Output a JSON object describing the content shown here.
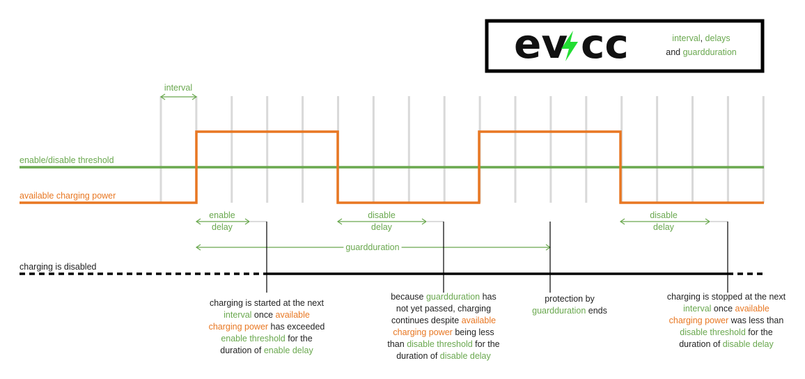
{
  "colors": {
    "green": "#6aa84f",
    "orange": "#e87722",
    "grid": "#d9d9d9",
    "black": "#000000",
    "bolt": "#22dd33",
    "text": "#222222"
  },
  "logo": {
    "text_left": "ev",
    "text_right": "cc",
    "bolt_icon": "lightning-bolt-icon",
    "subtitle_line1": [
      {
        "t": "interval",
        "c": "green"
      },
      {
        "t": ", ",
        "c": "text"
      },
      {
        "t": "delays",
        "c": "green"
      }
    ],
    "subtitle_line2": [
      {
        "t": "and ",
        "c": "text"
      },
      {
        "t": "guardduration",
        "c": "green"
      }
    ]
  },
  "labels": {
    "interval": "interval",
    "threshold": "enable/disable threshold",
    "power": "available charging power",
    "charging_disabled": "charging is disabled",
    "enable_delay": [
      "enable",
      "delay"
    ],
    "disable_delay_1": [
      "disable",
      "delay"
    ],
    "disable_delay_2": [
      "disable",
      "delay"
    ],
    "guardduration": "guardduration"
  },
  "captions": {
    "cap1": [
      [
        {
          "t": "charging is started at the next",
          "c": "text"
        }
      ],
      [
        {
          "t": "interval",
          "c": "green"
        },
        {
          "t": " once ",
          "c": "text"
        },
        {
          "t": "available",
          "c": "orange"
        }
      ],
      [
        {
          "t": "charging power",
          "c": "orange"
        },
        {
          "t": " has exceeded",
          "c": "text"
        }
      ],
      [
        {
          "t": "enable threshold",
          "c": "green"
        },
        {
          "t": " for the",
          "c": "text"
        }
      ],
      [
        {
          "t": "duration of ",
          "c": "text"
        },
        {
          "t": "enable delay",
          "c": "green"
        }
      ]
    ],
    "cap2": [
      [
        {
          "t": "because ",
          "c": "text"
        },
        {
          "t": "guardduration",
          "c": "green"
        },
        {
          "t": " has",
          "c": "text"
        }
      ],
      [
        {
          "t": "not yet passed, charging",
          "c": "text"
        }
      ],
      [
        {
          "t": "continues despite ",
          "c": "text"
        },
        {
          "t": "available",
          "c": "orange"
        }
      ],
      [
        {
          "t": "charging power",
          "c": "orange"
        },
        {
          "t": " being less",
          "c": "text"
        }
      ],
      [
        {
          "t": "than ",
          "c": "text"
        },
        {
          "t": "disable threshold",
          "c": "green"
        },
        {
          "t": " for the",
          "c": "text"
        }
      ],
      [
        {
          "t": "duration of ",
          "c": "text"
        },
        {
          "t": "disable delay",
          "c": "green"
        }
      ]
    ],
    "cap3": [
      [
        {
          "t": "protection by",
          "c": "text"
        }
      ],
      [
        {
          "t": "guardduration",
          "c": "green"
        },
        {
          "t": " ends",
          "c": "text"
        }
      ]
    ],
    "cap4": [
      [
        {
          "t": "charging is stopped at the next",
          "c": "text"
        }
      ],
      [
        {
          "t": "interval",
          "c": "green"
        },
        {
          "t": " once ",
          "c": "text"
        },
        {
          "t": "available",
          "c": "orange"
        }
      ],
      [
        {
          "t": "charging power",
          "c": "orange"
        },
        {
          "t": " was less than",
          "c": "text"
        }
      ],
      [
        {
          "t": "disable threshold",
          "c": "green"
        },
        {
          "t": " for the",
          "c": "text"
        }
      ],
      [
        {
          "t": "duration of ",
          "c": "text"
        },
        {
          "t": "disable delay",
          "c": "green"
        }
      ]
    ]
  }
}
